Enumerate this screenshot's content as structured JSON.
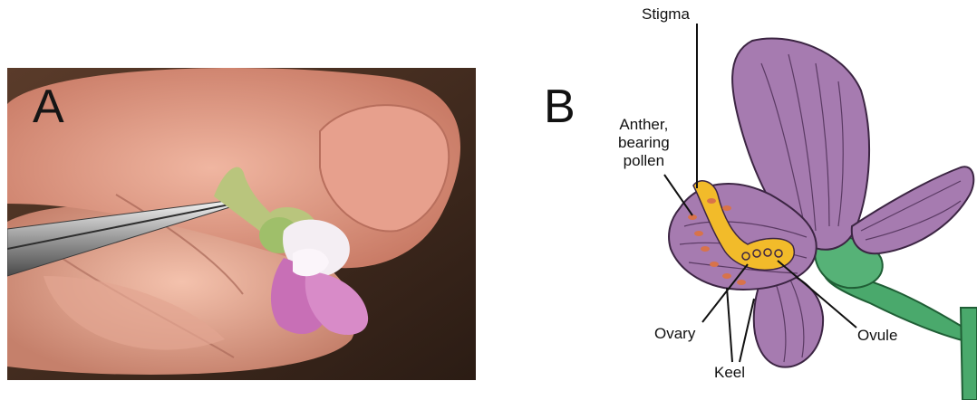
{
  "panels": {
    "a": {
      "letter": "A"
    },
    "b": {
      "letter": "B"
    }
  },
  "labels": {
    "stigma": "Stigma",
    "anther_line1": "Anther,",
    "anther_line2": "bearing",
    "anther_line3": "pollen",
    "ovary": "Ovary",
    "ovule": "Ovule",
    "keel": "Keel"
  },
  "colors": {
    "petal": "#a67bb0",
    "petal_dark": "#5a3a63",
    "pistil": "#f2bb2a",
    "anther": "#d8734a",
    "stem": "#4aa96c",
    "skin": "#d99a86",
    "flower_pink": "#cf7fc2"
  }
}
